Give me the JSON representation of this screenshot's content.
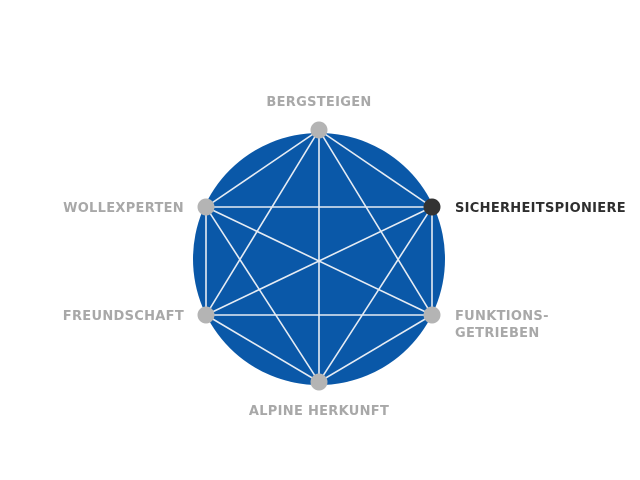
{
  "diagram": {
    "colors": {
      "circle_fill": "#0a58a8",
      "line": "#e6ecf4",
      "node_default": "#b4b4b4",
      "node_active": "#333333",
      "label_default": "#a8a8a8",
      "label_active": "#2e2e2e"
    },
    "nodes": [
      {
        "id": "bergsteigen",
        "label": "BERGSTEIGEN",
        "active": false
      },
      {
        "id": "sicherheitspioniere",
        "label": "SICHERHEITSPIONIERE",
        "active": true
      },
      {
        "id": "funktionsgetrieben",
        "label_line1": "FUNKTIONS-",
        "label_line2": "GETRIEBEN",
        "active": false
      },
      {
        "id": "alpine-herkunft",
        "label": "ALPINE HERKUNFT",
        "active": false
      },
      {
        "id": "freundschaft",
        "label": "FREUNDSCHAFT",
        "active": false
      },
      {
        "id": "wollexperten",
        "label": "WOLLEXPERTEN",
        "active": false
      }
    ]
  }
}
